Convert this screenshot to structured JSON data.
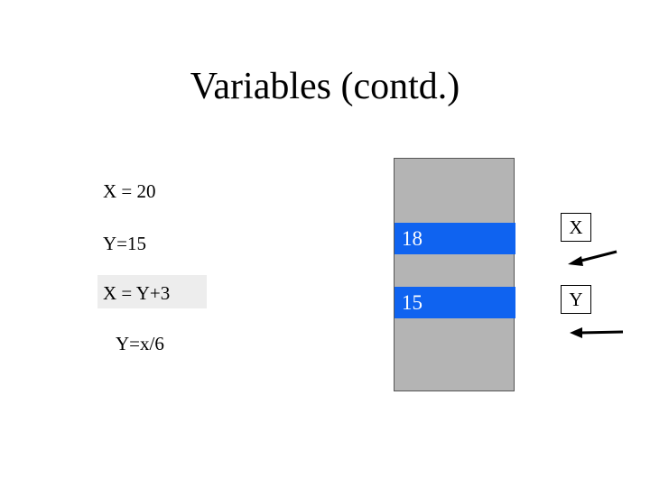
{
  "slide": {
    "title": "Variables (contd.)"
  },
  "code": [
    {
      "text": "X = 20"
    },
    {
      "text": "Y=15"
    },
    {
      "text": "X = Y+3"
    },
    {
      "text": "Y=x/6"
    }
  ],
  "memory": {
    "cells": [
      {
        "value": "18",
        "label": "X"
      },
      {
        "value": "15",
        "label": "Y"
      }
    ]
  },
  "colors": {
    "cell_fill": "#0f63f0",
    "memory_fill": "#b4b4b4",
    "current_line_highlight": "#ededed"
  }
}
